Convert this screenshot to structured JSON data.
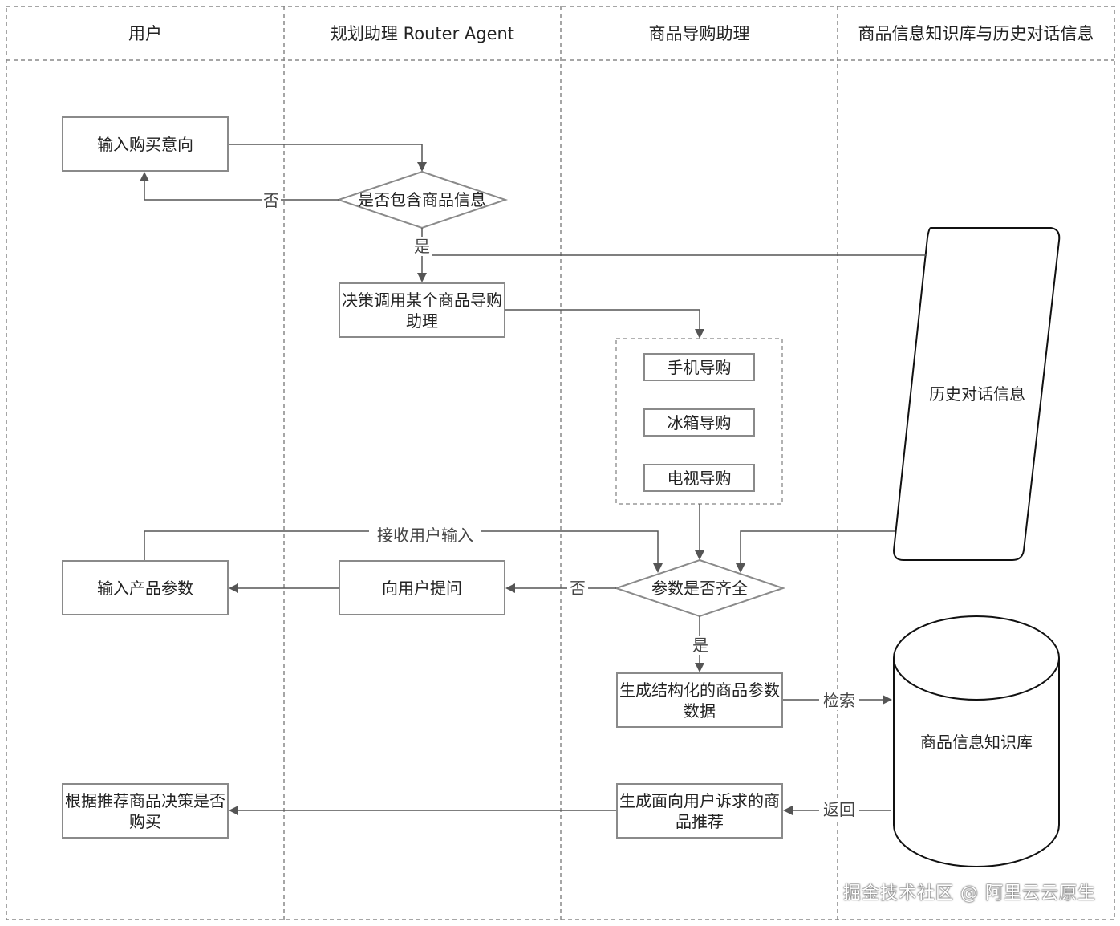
{
  "lanes": [
    "用户",
    "规划助理 Router Agent",
    "商品导购助理",
    "商品信息知识库与历史对话信息"
  ],
  "nodes": {
    "input_intent": "输入购买意向",
    "has_product_info": "是否包含商品信息",
    "decide_assistant": "决策调用某个商品导购助理",
    "phone_guide": "手机导购",
    "fridge_guide": "冰箱导购",
    "tv_guide": "电视导购",
    "history_info": "历史对话信息",
    "params_complete": "参数是否齐全",
    "ask_user": "向用户提问",
    "input_params": "输入产品参数",
    "gen_structured": "生成结构化的商品参数数据",
    "knowledge_base": "商品信息知识库",
    "gen_recommend": "生成面向用户诉求的商品推荐",
    "final_decision": "根据推荐商品决策是否购买"
  },
  "edge_labels": {
    "no_1": "否",
    "yes_1": "是",
    "receive_input": "接收用户输入",
    "no_2": "否",
    "yes_2": "是",
    "retrieve": "检索",
    "return": "返回"
  },
  "watermark": "掘金技术社区 @ 阿里云云原生",
  "colors": {
    "line": "#555555",
    "border": "#8a8a8a",
    "lane_border": "#888888"
  }
}
